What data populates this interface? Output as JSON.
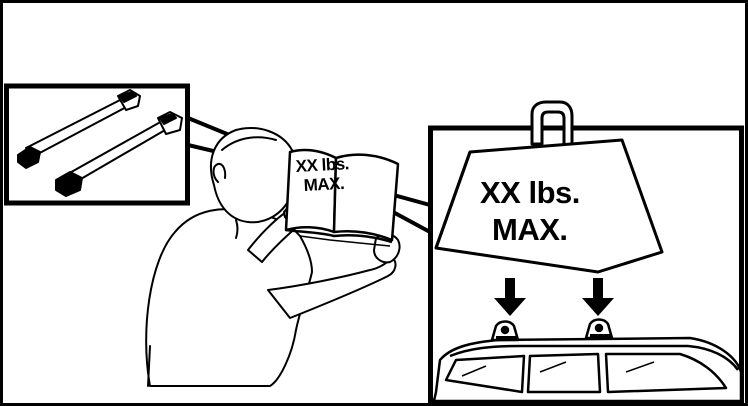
{
  "book_label": {
    "line1": "XX lbs.",
    "line2": "MAX."
  },
  "weight_label": {
    "line1": "XX lbs.",
    "line2": "MAX."
  },
  "colors": {
    "ink": "#000000",
    "paper": "#ffffff"
  },
  "icons": [
    "crossbars-icon",
    "weight-icon",
    "down-arrow-icon",
    "car-roof-icon",
    "man-reading-icon",
    "manual-book-icon"
  ]
}
